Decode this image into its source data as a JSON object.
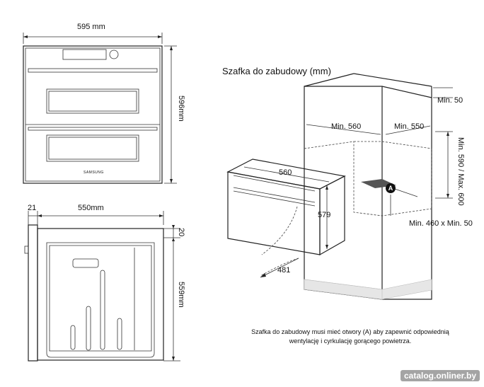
{
  "title": "Szafka do zabudowy (mm)",
  "front": {
    "width": "595 mm",
    "height": "596mm",
    "brand": "SAMSUNG"
  },
  "side": {
    "panel_depth": "21",
    "depth": "550mm",
    "top_gap": "20",
    "height": "559mm"
  },
  "cabinet": {
    "oven_width": "560",
    "oven_height": "579",
    "door_radius": "481",
    "min_width": "Min. 560",
    "min_side": "Min. 550",
    "top_clearance": "Min. 50",
    "opening_height": "Min. 590 / Max. 600",
    "vent_opening": "Min. 460 x Min. 50",
    "vent_marker": "A"
  },
  "note": {
    "line1": "Szafka do zabudowy musi mieć otwory (A) aby zapewnić odpowiednią",
    "line2": "wentylację i cyrkulację gorącego powietrza."
  },
  "watermark": "catalog.onliner.by"
}
